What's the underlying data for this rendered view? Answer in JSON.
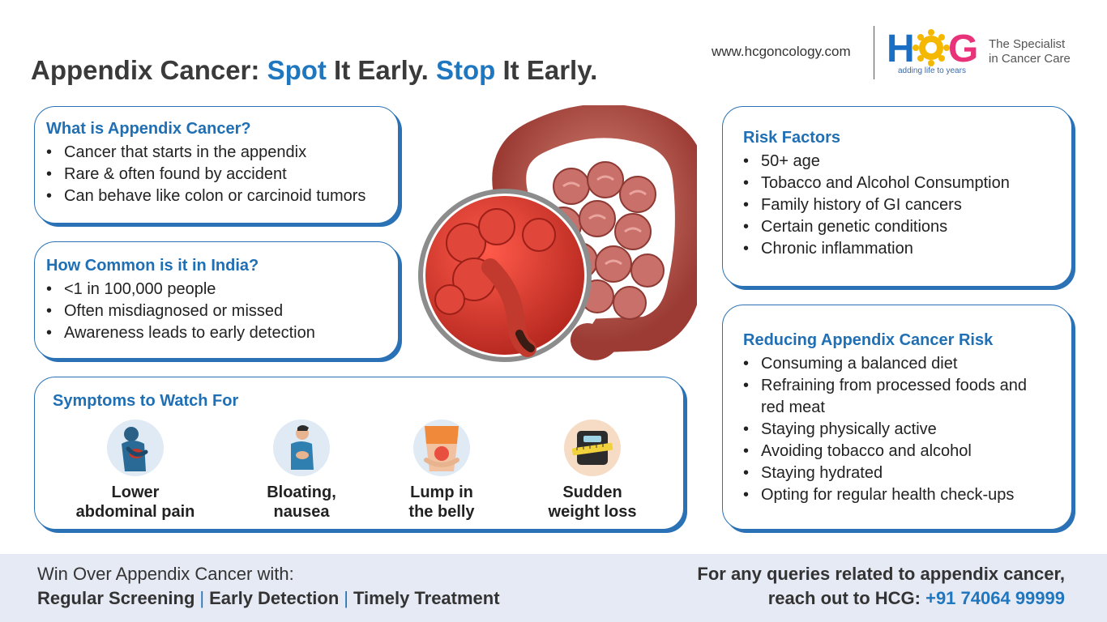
{
  "header": {
    "title_part1": "Appendix Cancer: ",
    "title_accent1": "Spot",
    "title_part2": " It Early. ",
    "title_accent2": "Stop",
    "title_part3": " It Early.",
    "website": "www.hcgoncology.com",
    "logo_text": "HCG",
    "logo_tagline": "adding life to years",
    "specialist_line1": "The Specialist",
    "specialist_line2": "in Cancer Care"
  },
  "colors": {
    "accent": "#1f77c0",
    "card_border": "#2a72b5",
    "footer_bg": "#e6eaf4",
    "logo_blue": "#1a6fc4",
    "logo_pink": "#e8337a",
    "logo_yellow": "#f5b800"
  },
  "what": {
    "heading": "What is Appendix Cancer?",
    "items": [
      "Cancer that starts in the appendix",
      "Rare & often found by accident",
      "Can behave like colon or carcinoid tumors"
    ]
  },
  "common": {
    "heading": "How Common is it in India?",
    "items": [
      "<1 in 100,000 people",
      "Often misdiagnosed or missed",
      "Awareness leads to early detection"
    ]
  },
  "risk": {
    "heading": "Risk Factors",
    "items": [
      "50+ age",
      "Tobacco and Alcohol Consumption",
      "Family history of GI cancers",
      "Certain genetic conditions",
      "Chronic inflammation"
    ]
  },
  "reduce": {
    "heading": "Reducing Appendix Cancer Risk",
    "items": [
      "Consuming a balanced diet",
      "Refraining from processed foods and red meat",
      "Staying physically active",
      "Avoiding tobacco and alcohol",
      "Staying hydrated",
      "Opting for regular health check-ups"
    ]
  },
  "symptoms": {
    "heading": "Symptoms to Watch For",
    "items": [
      {
        "line1": "Lower",
        "line2": "abdominal pain",
        "icon": "abdominal-pain-icon"
      },
      {
        "line1": "Bloating,",
        "line2": "nausea",
        "icon": "bloating-icon"
      },
      {
        "line1": "Lump in",
        "line2": "the belly",
        "icon": "lump-icon"
      },
      {
        "line1": "Sudden",
        "line2": "weight loss",
        "icon": "weight-scale-icon"
      }
    ]
  },
  "footer": {
    "left_line1": "Win Over Appendix Cancer with:",
    "steps": [
      "Regular Screening",
      "Early Detection",
      "Timely Treatment"
    ],
    "separator": "|",
    "right_line1": "For any queries related to appendix cancer,",
    "right_line2_prefix": "reach out to HCG: ",
    "phone": "+91 74064 99999"
  }
}
